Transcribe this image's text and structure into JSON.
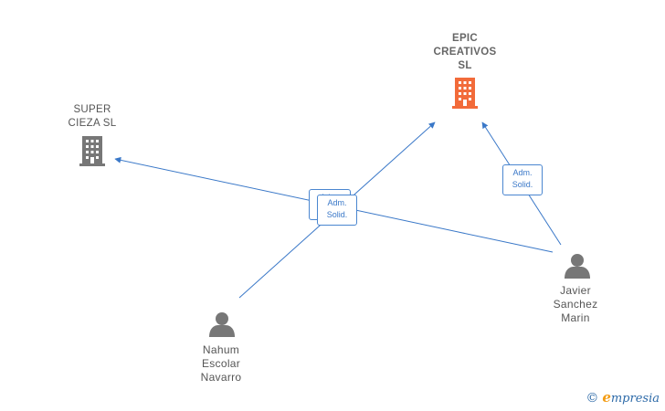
{
  "nodes": {
    "epic": {
      "label": "EPIC\nCREATIVOS\nSL",
      "icon": "building-icon",
      "color": "#f26b3a"
    },
    "super": {
      "label": "SUPER\nCIEZA  SL",
      "icon": "building-icon",
      "color": "#777777"
    },
    "javier": {
      "label": "Javier\nSanchez\nMarin",
      "icon": "person-icon",
      "color": "#777777"
    },
    "nahum": {
      "label": "Nahum\nEscolar\nNavarro",
      "icon": "person-icon",
      "color": "#777777"
    }
  },
  "edges": {
    "role_label": "Adm.\nSolid.",
    "color": "#3a78c8"
  },
  "watermark": {
    "copyright": "©",
    "brand_initial": "e",
    "brand_rest": "mpresia"
  }
}
